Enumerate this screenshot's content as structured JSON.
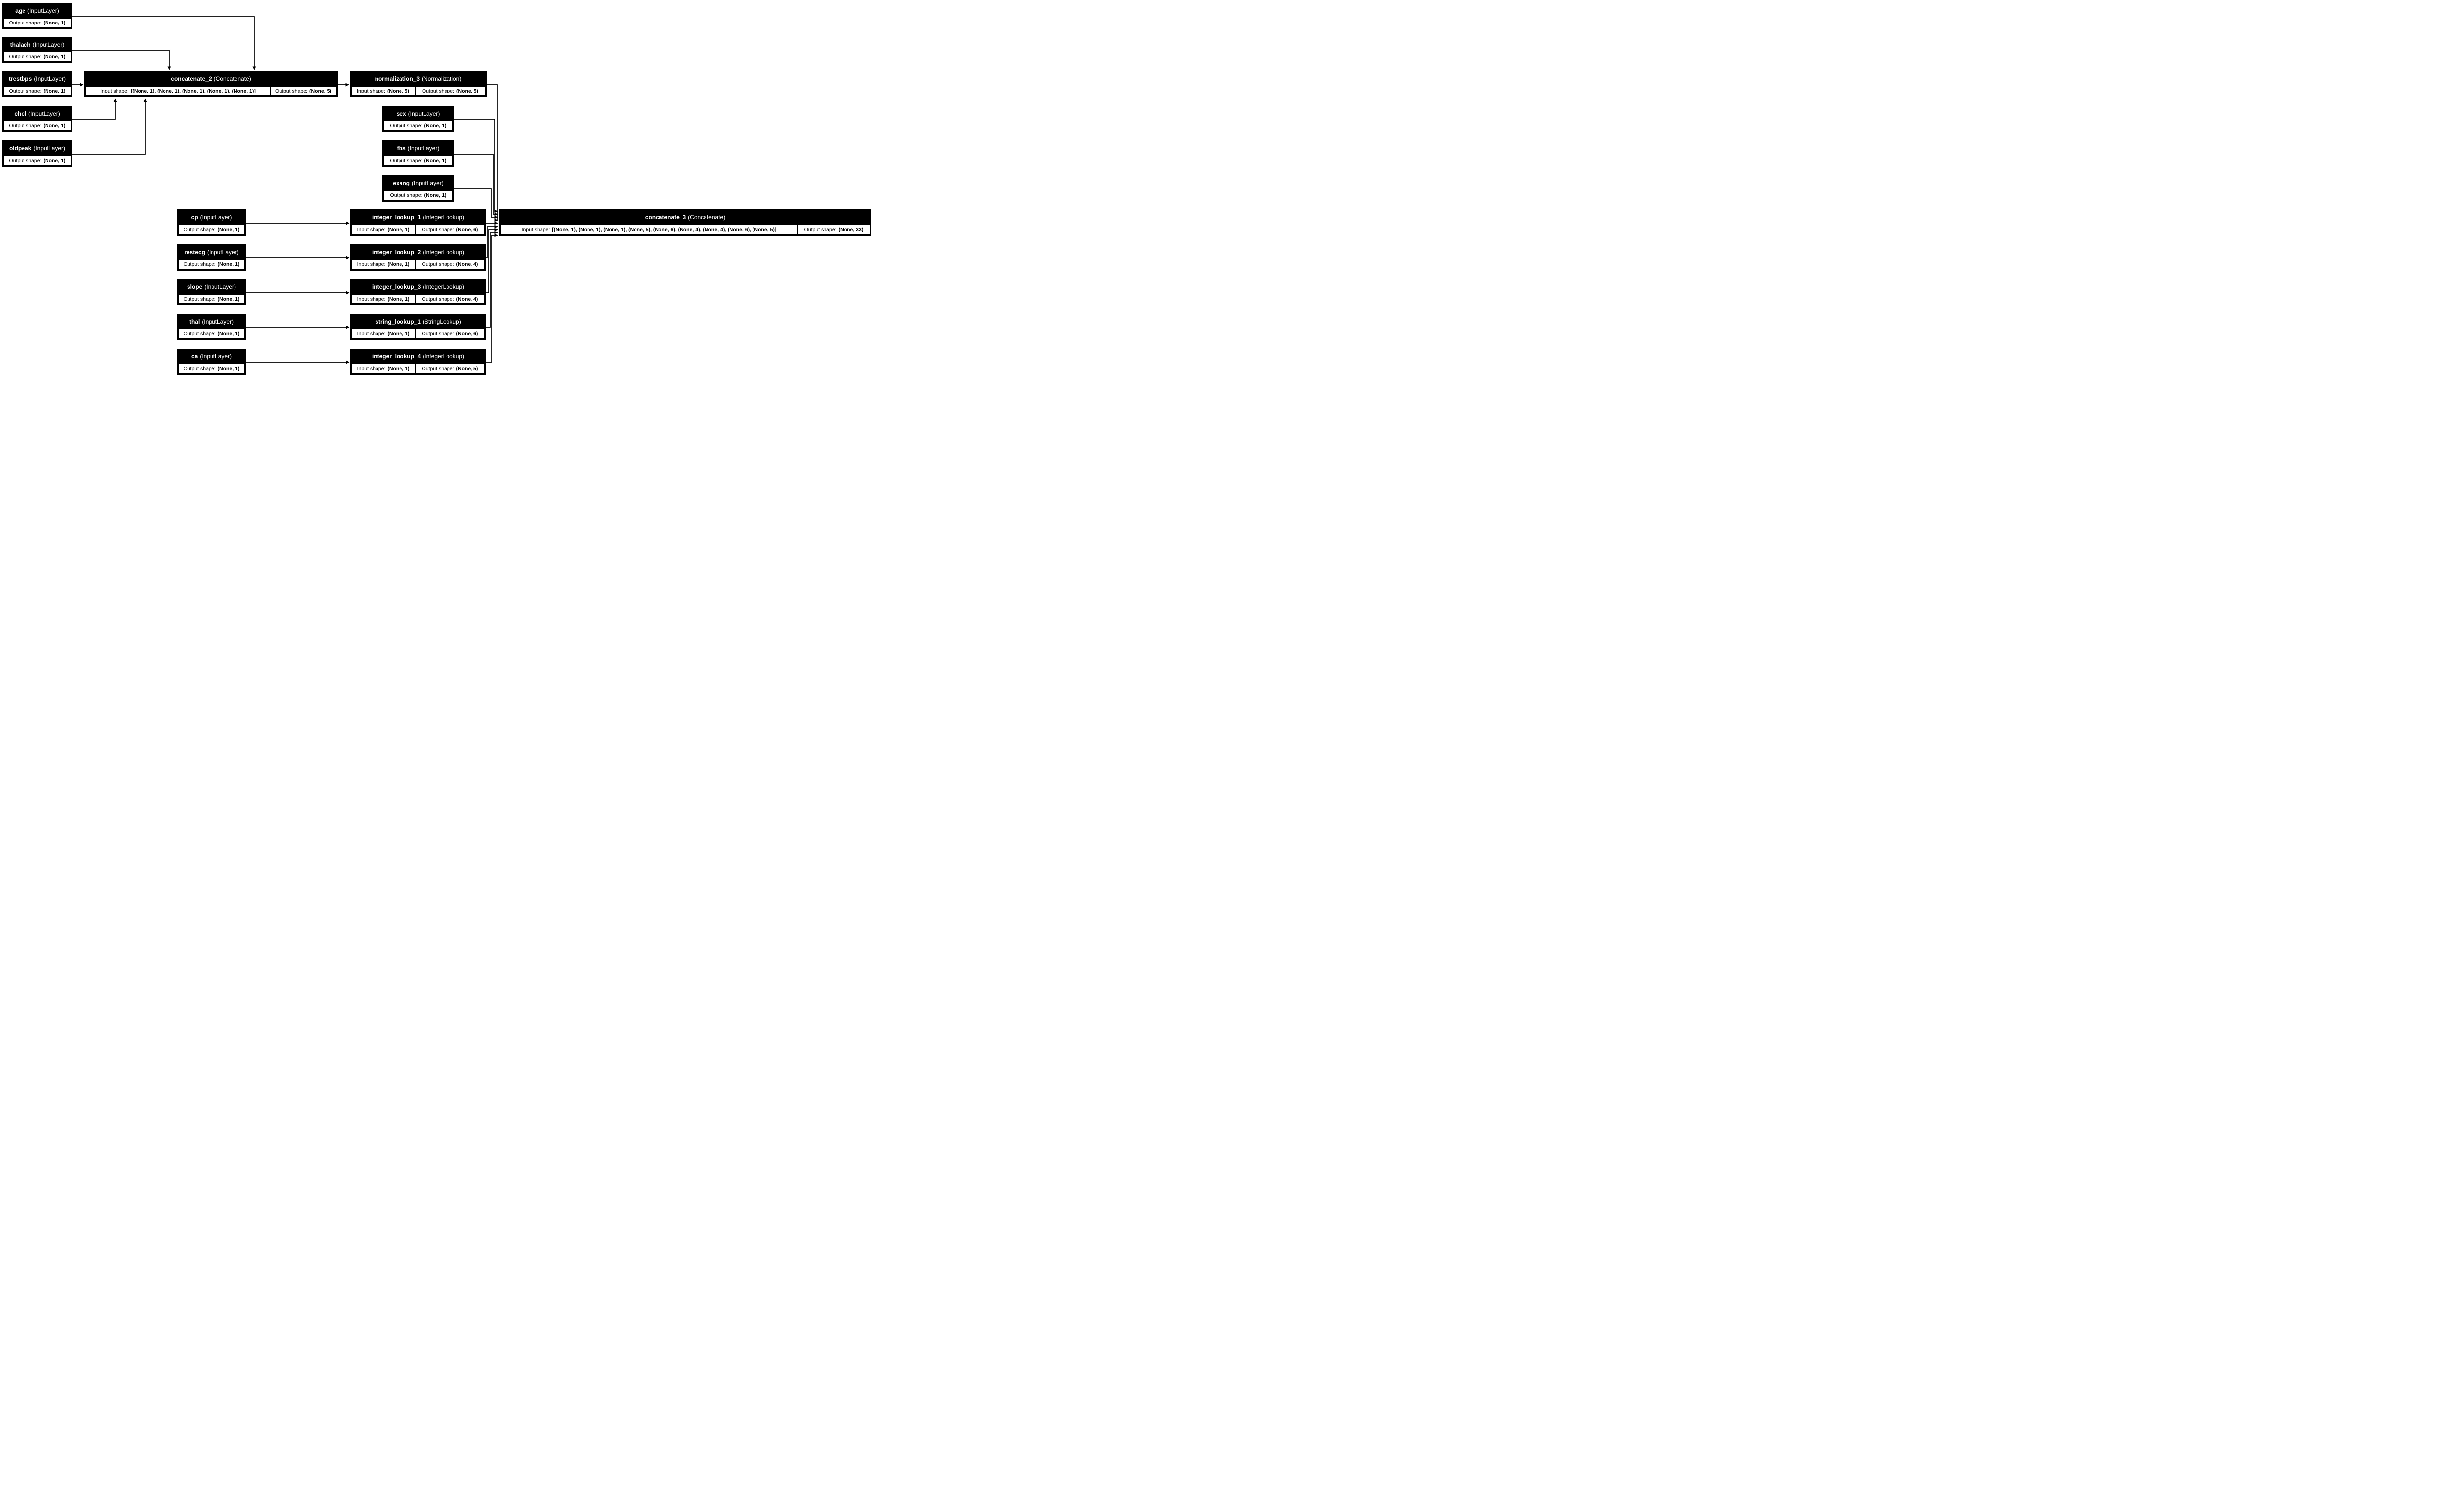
{
  "diagram": {
    "background_color": "#ffffff",
    "node_header_bg": "#000000",
    "node_header_text_color": "#ffffff",
    "node_body_bg": "#ffffff",
    "node_body_text_color": "#000000",
    "edge_color": "#000000"
  },
  "labels": {
    "input_prefix": "Input shape:",
    "output_prefix": "Output shape:"
  },
  "nodes": {
    "age": {
      "title_name": "age",
      "title_type": "(InputLayer)",
      "output_shape": "(None, 1)"
    },
    "thalach": {
      "title_name": "thalach",
      "title_type": "(InputLayer)",
      "output_shape": "(None, 1)"
    },
    "trestbps": {
      "title_name": "trestbps",
      "title_type": "(InputLayer)",
      "output_shape": "(None, 1)"
    },
    "chol": {
      "title_name": "chol",
      "title_type": "(InputLayer)",
      "output_shape": "(None, 1)"
    },
    "oldpeak": {
      "title_name": "oldpeak",
      "title_type": "(InputLayer)",
      "output_shape": "(None, 1)"
    },
    "concatenate_2": {
      "title_name": "concatenate_2",
      "title_type": "(Concatenate)",
      "input_shape": "[(None, 1), (None, 1), (None, 1), (None, 1), (None, 1)]",
      "output_shape": "(None, 5)"
    },
    "normalization_3": {
      "title_name": "normalization_3",
      "title_type": "(Normalization)",
      "input_shape": "(None, 5)",
      "output_shape": "(None, 5)"
    },
    "sex": {
      "title_name": "sex",
      "title_type": "(InputLayer)",
      "output_shape": "(None, 1)"
    },
    "fbs": {
      "title_name": "fbs",
      "title_type": "(InputLayer)",
      "output_shape": "(None, 1)"
    },
    "exang": {
      "title_name": "exang",
      "title_type": "(InputLayer)",
      "output_shape": "(None, 1)"
    },
    "cp": {
      "title_name": "cp",
      "title_type": "(InputLayer)",
      "output_shape": "(None, 1)"
    },
    "restecg": {
      "title_name": "restecg",
      "title_type": "(InputLayer)",
      "output_shape": "(None, 1)"
    },
    "slope": {
      "title_name": "slope",
      "title_type": "(InputLayer)",
      "output_shape": "(None, 1)"
    },
    "thal": {
      "title_name": "thal",
      "title_type": "(InputLayer)",
      "output_shape": "(None, 1)"
    },
    "ca": {
      "title_name": "ca",
      "title_type": "(InputLayer)",
      "output_shape": "(None, 1)"
    },
    "integer_lookup_1": {
      "title_name": "integer_lookup_1",
      "title_type": "(IntegerLookup)",
      "input_shape": "(None, 1)",
      "output_shape": "(None, 6)"
    },
    "integer_lookup_2": {
      "title_name": "integer_lookup_2",
      "title_type": "(IntegerLookup)",
      "input_shape": "(None, 1)",
      "output_shape": "(None, 4)"
    },
    "integer_lookup_3": {
      "title_name": "integer_lookup_3",
      "title_type": "(IntegerLookup)",
      "input_shape": "(None, 1)",
      "output_shape": "(None, 4)"
    },
    "string_lookup_1": {
      "title_name": "string_lookup_1",
      "title_type": "(StringLookup)",
      "input_shape": "(None, 1)",
      "output_shape": "(None, 6)"
    },
    "integer_lookup_4": {
      "title_name": "integer_lookup_4",
      "title_type": "(IntegerLookup)",
      "input_shape": "(None, 1)",
      "output_shape": "(None, 5)"
    },
    "concatenate_3": {
      "title_name": "concatenate_3",
      "title_type": "(Concatenate)",
      "input_shape": "[(None, 1), (None, 1), (None, 1), (None, 5), (None, 6), (None, 4), (None, 4), (None, 6), (None, 5)]",
      "output_shape": "(None, 33)"
    }
  },
  "edges": [
    {
      "from": "age",
      "to": "concatenate_2"
    },
    {
      "from": "thalach",
      "to": "concatenate_2"
    },
    {
      "from": "trestbps",
      "to": "concatenate_2"
    },
    {
      "from": "chol",
      "to": "concatenate_2"
    },
    {
      "from": "oldpeak",
      "to": "concatenate_2"
    },
    {
      "from": "concatenate_2",
      "to": "normalization_3"
    },
    {
      "from": "normalization_3",
      "to": "concatenate_3"
    },
    {
      "from": "sex",
      "to": "concatenate_3"
    },
    {
      "from": "fbs",
      "to": "concatenate_3"
    },
    {
      "from": "exang",
      "to": "concatenate_3"
    },
    {
      "from": "cp",
      "to": "integer_lookup_1"
    },
    {
      "from": "integer_lookup_1",
      "to": "concatenate_3"
    },
    {
      "from": "restecg",
      "to": "integer_lookup_2"
    },
    {
      "from": "integer_lookup_2",
      "to": "concatenate_3"
    },
    {
      "from": "slope",
      "to": "integer_lookup_3"
    },
    {
      "from": "integer_lookup_3",
      "to": "concatenate_3"
    },
    {
      "from": "thal",
      "to": "string_lookup_1"
    },
    {
      "from": "string_lookup_1",
      "to": "concatenate_3"
    },
    {
      "from": "ca",
      "to": "integer_lookup_4"
    },
    {
      "from": "integer_lookup_4",
      "to": "concatenate_3"
    }
  ]
}
